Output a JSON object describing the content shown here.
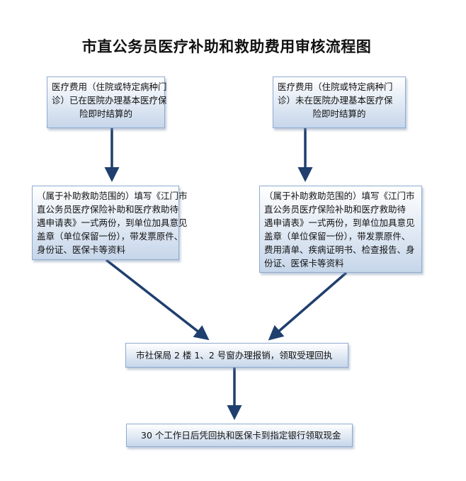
{
  "title": "市直公务员医疗补助和救助费用审核流程图",
  "boxes": {
    "settled": [
      "医疗费用（住院或特定病种门",
      "诊）已在医院办理基本医疗保",
      "险即时结算的"
    ],
    "not_settled": [
      "医疗费用（住院或特定病种门",
      "诊）未在医院办理基本医疗保",
      "险即时结算的"
    ],
    "settled_materials": [
      "（属于补助救助范围的）填写《江门市",
      "直公务员医疗保险补助和医疗救助待",
      "遇申请表》一式两份，到单位加具意见",
      "盖章（单位保留一份），带发票原件、",
      "身份证、医保卡等资料"
    ],
    "not_settled_materials": [
      "（属于补助救助范围的）填写《江门市",
      "直公务员医疗保险补助和医疗救助待",
      "遇申请表》一式两份，到单位加具意见",
      "盖章（单位保留一份），带发票原件、",
      "费用清单、疾病证明书、检查报告、身",
      "份证、医保卡等资料"
    ],
    "submit": "市社保局 2 楼 1、2 号窗办理报销，领取受理回执",
    "collect": "30 个工作日后凭回执和医保卡到指定银行领取现金"
  },
  "colors": {
    "arrow": "#1f3f6e",
    "border": "#8eabd0"
  }
}
